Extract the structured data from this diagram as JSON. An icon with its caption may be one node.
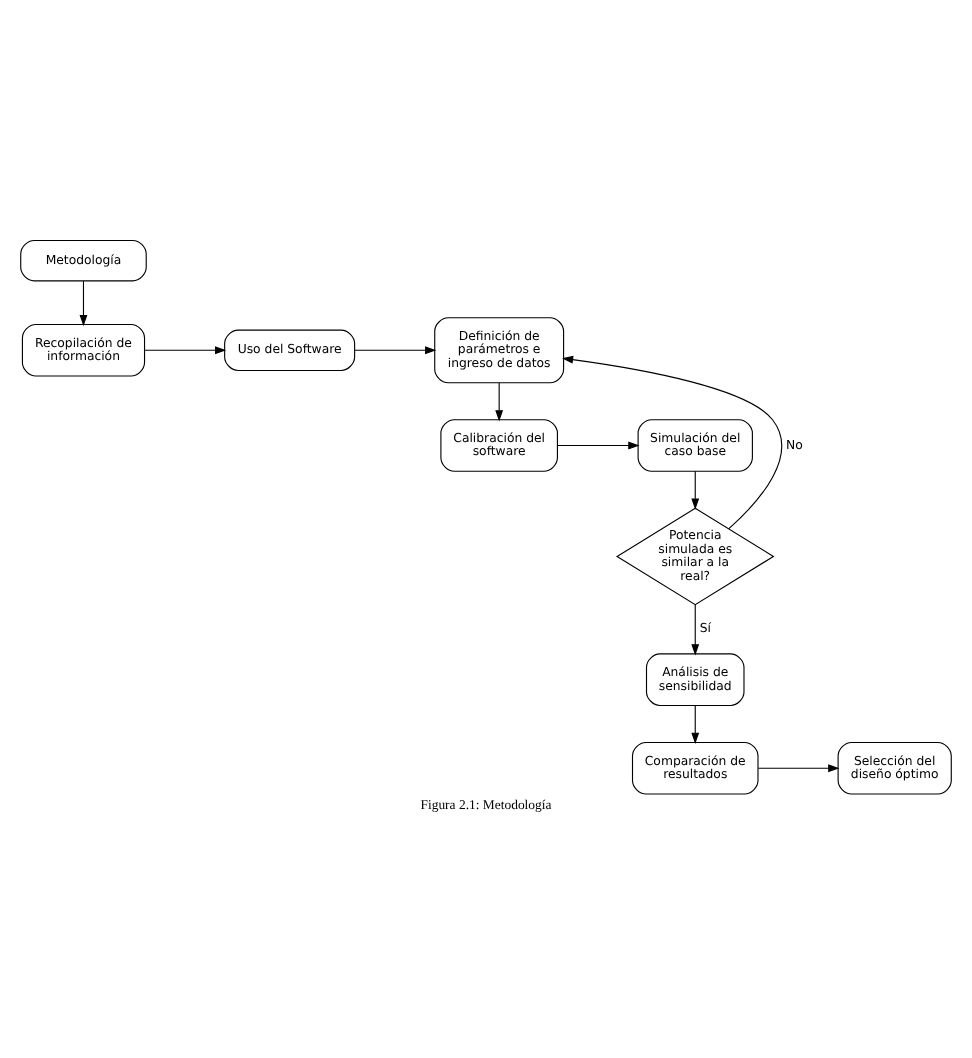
{
  "diagram": {
    "caption": "Figura 2.1: Metodología",
    "nodes": [
      {
        "text": [
          "Metodología"
        ]
      },
      {
        "text": [
          "Recopilación de información"
        ]
      },
      {
        "text": [
          "Uso del Software"
        ]
      },
      {
        "text": [
          "Definición de parámetros e ingreso de datos"
        ]
      },
      {
        "text": [
          "Calibración del software"
        ]
      },
      {
        "text": [
          "Simulación del caso base"
        ]
      },
      {
        "text": [
          "Potencia simulada es similar a la real?"
        ]
      },
      {
        "text": [
          "Análisis de sensibilidad"
        ]
      },
      {
        "text": [
          "Comparación de resultados"
        ]
      },
      {
        "text": [
          "Selección del diseño óptimo"
        ]
      }
    ],
    "edges": [
      {
        "from": 0,
        "to": 1,
        "arrow": "to"
      },
      {
        "from": 1,
        "to": 2,
        "arrow": "to"
      },
      {
        "from": 2,
        "to": 3,
        "arrow": "to"
      },
      {
        "from": 3,
        "to": 4,
        "arrow": "to"
      },
      {
        "from": 4,
        "to": 5,
        "arrow": "to"
      },
      {
        "from": 5,
        "to": 6,
        "arrow": "to"
      },
      {
        "from": 6,
        "to": 3,
        "arrow": "to",
        "label": "No"
      },
      {
        "from": 6,
        "to": 7,
        "arrow": "to",
        "label": "Sí"
      },
      {
        "from": 7,
        "to": 8,
        "arrow": "to"
      },
      {
        "from": 8,
        "to": 9,
        "arrow": "to"
      }
    ]
  }
}
